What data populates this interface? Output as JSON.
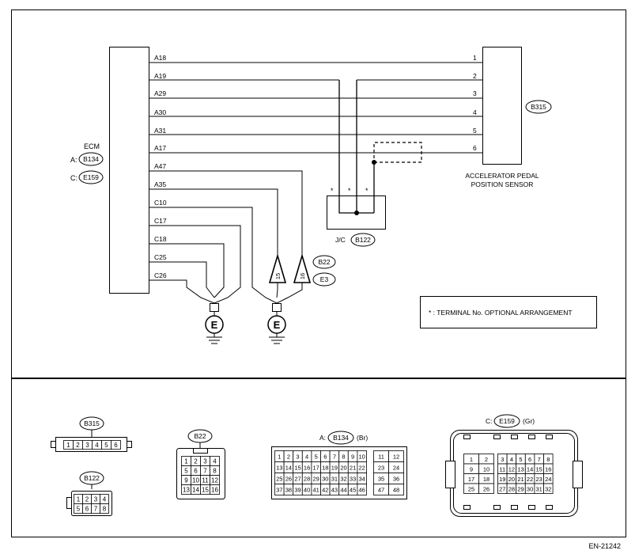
{
  "ecm": {
    "label": "ECM",
    "conn_a_prefix": "A:",
    "conn_a": "B134",
    "conn_c_prefix": "C:",
    "conn_c": "E159"
  },
  "ecm_terminals": [
    "A18",
    "A19",
    "A29",
    "A30",
    "A31",
    "A17",
    "A47",
    "A35",
    "C10",
    "C17",
    "C18",
    "C25",
    "C26"
  ],
  "sensor": {
    "connector": "B315",
    "label_line1": "ACCELERATOR PEDAL",
    "label_line2": "POSITION SENSOR",
    "pins": [
      "1",
      "2",
      "3",
      "4",
      "5",
      "6"
    ]
  },
  "jc": {
    "prefix": "J/C",
    "connector": "B122",
    "star": "*"
  },
  "ground_terminals": {
    "t15": "15",
    "t16": "16",
    "conn1": "B22",
    "conn2": "E3",
    "ground_symbol": "E"
  },
  "legend": "* : TERMINAL No. OPTIONAL ARRANGEMENT",
  "connectors": {
    "b315": {
      "name": "B315",
      "pins": [
        "1",
        "2",
        "3",
        "4",
        "5",
        "6"
      ]
    },
    "b122": {
      "name": "B122",
      "pins": [
        "1",
        "2",
        "3",
        "4",
        "5",
        "6",
        "7",
        "8"
      ]
    },
    "b22": {
      "name": "B22",
      "pins": [
        "1",
        "2",
        "3",
        "4",
        "5",
        "6",
        "7",
        "8",
        "9",
        "10",
        "11",
        "12",
        "13",
        "14",
        "15",
        "16"
      ]
    },
    "b134": {
      "prefix": "A:",
      "name": "B134",
      "color": "(Br)",
      "left_rows": [
        [
          "1",
          "2",
          "3",
          "4",
          "5",
          "6",
          "7",
          "8",
          "9",
          "10"
        ],
        [
          "13",
          "14",
          "15",
          "16",
          "17",
          "18",
          "19",
          "20",
          "21",
          "22"
        ],
        [
          "25",
          "26",
          "27",
          "28",
          "29",
          "30",
          "31",
          "32",
          "33",
          "34"
        ],
        [
          "37",
          "38",
          "39",
          "40",
          "41",
          "42",
          "43",
          "44",
          "45",
          "46"
        ]
      ],
      "right_rows": [
        [
          "11",
          "12"
        ],
        [
          "23",
          "24"
        ],
        [
          "35",
          "36"
        ],
        [
          "47",
          "48"
        ]
      ]
    },
    "e159": {
      "prefix": "C:",
      "name": "E159",
      "color": "(Gr)",
      "left_rows": [
        [
          "1",
          "2"
        ],
        [
          "9",
          "10"
        ],
        [
          "17",
          "18"
        ],
        [
          "25",
          "26"
        ]
      ],
      "right_rows": [
        [
          "3",
          "4",
          "5",
          "6",
          "7",
          "8"
        ],
        [
          "11",
          "12",
          "13",
          "14",
          "15",
          "16"
        ],
        [
          "19",
          "20",
          "21",
          "22",
          "23",
          "24"
        ],
        [
          "27",
          "28",
          "29",
          "30",
          "31",
          "32"
        ]
      ]
    }
  },
  "figure_id": "EN-21242"
}
